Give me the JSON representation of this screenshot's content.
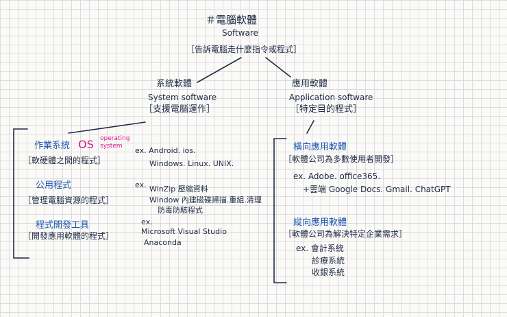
{
  "root": {
    "title": "＃電腦軟體",
    "subtitle": "Software",
    "desc": "［告訴電腦走什麼指令或程式］"
  },
  "system": {
    "title": "系統軟體",
    "subtitle": "System software",
    "desc": "［支援電腦運作］",
    "items": [
      {
        "title": "作業系統",
        "abbr": "OS",
        "note_line1": "operating",
        "note_line2": "system",
        "desc": "［軟硬體之間的程式］",
        "ex_line1": "ex. Android. ios.",
        "ex_line2": "Windows. Linux. UNIX."
      },
      {
        "title": "公用程式",
        "desc": "［管理電腦資源的程式］",
        "ex_line1": "ex.",
        "ex_line2": "WinZip 壓縮資料",
        "ex_line3": "Window 內建磁碟掃描.重組.清理",
        "ex_line4": "防毒防駭程式"
      },
      {
        "title": "程式開發工具",
        "desc": "［開發應用軟體的程式］",
        "ex_line1": "ex.",
        "ex_line2": "Microsoft Visual Studio",
        "ex_line3": "Anaconda"
      }
    ]
  },
  "application": {
    "title": "應用軟體",
    "subtitle": "Application software",
    "desc": "［特定目的程式］",
    "items": [
      {
        "title": "橫向應用軟體",
        "desc": "［軟體公司為多數使用者開發］",
        "ex_line1": "ex. Adobe. office365.",
        "ex_line2": "+雲端 Google Docs. Gmail. ChatGPT"
      },
      {
        "title": "縱向應用軟體",
        "desc": "［軟體公司為解決特定企業需求］",
        "ex_line1": "ex. 會計系統",
        "ex_line2": "診療系統",
        "ex_line3": "收銀系統"
      }
    ]
  },
  "colors": {
    "ink": "#1f2a44",
    "heading": "#1d55b0",
    "highlight": "#e0118a",
    "grid": "#d9dde3"
  }
}
